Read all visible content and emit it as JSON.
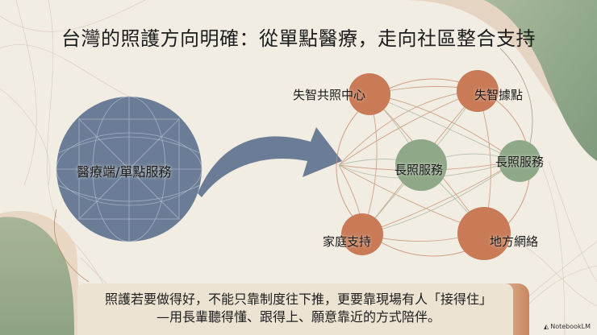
{
  "slide": {
    "title": "台灣的照護方向明確：從單點醫療，走向社區整合支持",
    "left_node": {
      "label": "醫療端/單點服務",
      "color": "#6b7d96"
    },
    "arrow": {
      "color": "#6b7d96"
    },
    "network_nodes": [
      {
        "id": "dementia-center",
        "label": "失智共照中心",
        "color": "#c97a56"
      },
      {
        "id": "dementia-base",
        "label": "失智據點",
        "color": "#c97a56"
      },
      {
        "id": "ltc-service-center",
        "label": "長照服務",
        "color": "#8fa888"
      },
      {
        "id": "ltc-service-right",
        "label": "長照服務",
        "color": "#8fa888"
      },
      {
        "id": "family-support",
        "label": "家庭支持",
        "color": "#c97a56"
      },
      {
        "id": "local-network",
        "label": "地方網絡",
        "color": "#c97a56"
      }
    ],
    "quote": {
      "line1": "照護若要做得好，不能只靠制度往下推，更要靠現場有人「接得住」",
      "line2": "—用長輩聽得懂、跟得上、願意靠近的方式陪伴。"
    },
    "watermark": {
      "icon": "notebooklm-logo-icon",
      "text": "NotebookLM"
    },
    "colors": {
      "background": "#f2ede3",
      "sage_green": "#8fa888",
      "terracotta": "#c97a56",
      "slate_blue": "#6b7d96"
    }
  }
}
